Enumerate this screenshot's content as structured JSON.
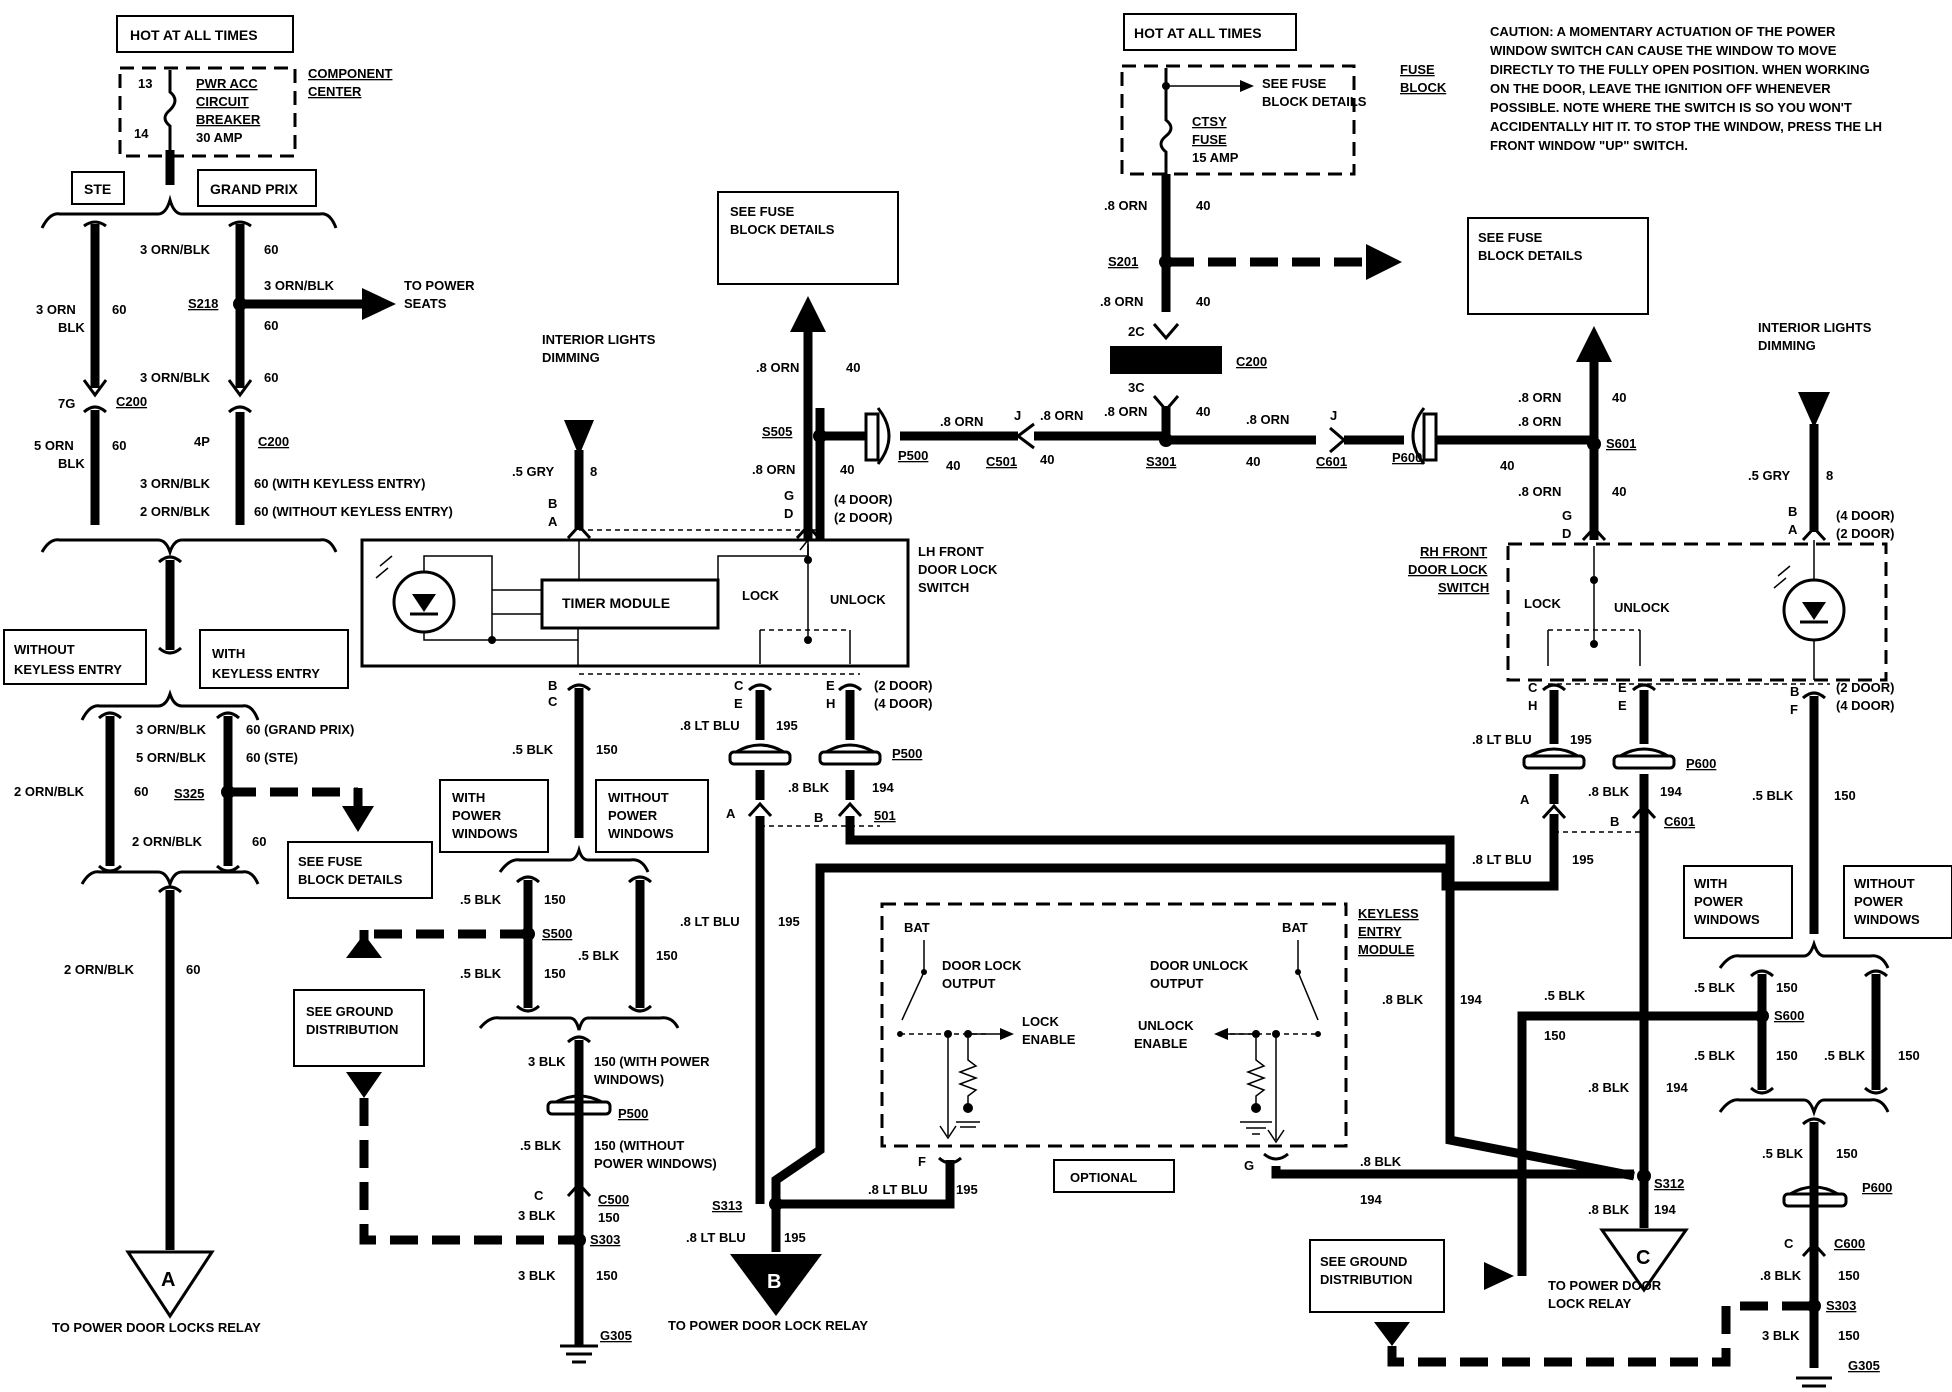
{
  "hot_left": "HOT AT ALL TIMES",
  "hot_center": "HOT AT ALL TIMES",
  "caution": [
    "CAUTION: A MOMENTARY ACTUATION OF THE POWER",
    "WINDOW SWITCH CAN CAUSE THE WINDOW TO MOVE",
    "DIRECTLY TO THE FULLY OPEN POSITION. WHEN WORKING",
    "ON THE DOOR, LEAVE THE IGNITION OFF WHENEVER",
    "POSSIBLE. NOTE WHERE THE SWITCH IS SO YOU WON'T",
    "ACCIDENTALLY HIT IT. TO STOP THE WINDOW, PRESS THE LH",
    "FRONT WINDOW \"UP\" SWITCH."
  ],
  "breaker": {
    "l1": "PWR ACC",
    "l2": "CIRCUIT",
    "l3": "BREAKER",
    "l4": "30 AMP",
    "p13": "13",
    "p14": "14"
  },
  "component_center": [
    "COMPONENT",
    "CENTER"
  ],
  "fuse_block": [
    "FUSE",
    "BLOCK"
  ],
  "ctsy_fuse": {
    "l1": "CTSY",
    "l2": "FUSE",
    "l3": "15 AMP",
    "see": [
      "SEE FUSE",
      "BLOCK DETAILS"
    ]
  },
  "ste": "STE",
  "grand_prix": "GRAND PRIX",
  "see_fuse_1": [
    "SEE FUSE",
    "BLOCK DETAILS"
  ],
  "see_fuse_2": [
    "SEE FUSE",
    "BLOCK DETAILS"
  ],
  "see_fuse_3": [
    "SEE FUSE",
    "BLOCK DETAILS"
  ],
  "see_ground_1": [
    "SEE GROUND",
    "DISTRIBUTION"
  ],
  "see_ground_2": [
    "SEE GROUND",
    "DISTRIBUTION"
  ],
  "interior_left": [
    "INTERIOR LIGHTS",
    "DIMMING"
  ],
  "interior_right": [
    "INTERIOR LIGHTS",
    "DIMMING"
  ],
  "timer_module": "TIMER MODULE",
  "lh_switch": [
    "LH FRONT",
    "DOOR LOCK",
    "SWITCH"
  ],
  "rh_switch": [
    "RH FRONT",
    "DOOR LOCK",
    "SWITCH"
  ],
  "lock": "LOCK",
  "unlock": "UNLOCK",
  "to_power_seats": [
    "TO POWER",
    "SEATS"
  ],
  "without_keyless": [
    "WITHOUT",
    "KEYLESS ENTRY"
  ],
  "with_keyless": [
    "WITH",
    "KEYLESS ENTRY"
  ],
  "with_pw_l": [
    "WITH",
    "POWER",
    "WINDOWS"
  ],
  "without_pw_l": [
    "WITHOUT",
    "POWER",
    "WINDOWS"
  ],
  "with_pw_r": [
    "WITH",
    "POWER",
    "WINDOWS"
  ],
  "without_pw_r": [
    "WITHOUT",
    "POWER",
    "WINDOWS"
  ],
  "keyless_module": [
    "KEYLESS",
    "ENTRY",
    "MODULE"
  ],
  "optional": "OPTIONAL",
  "bat": "BAT",
  "door_lock_output": [
    "DOOR LOCK",
    "OUTPUT"
  ],
  "door_unlock_output": [
    "DOOR UNLOCK",
    "OUTPUT"
  ],
  "lock_enable": [
    "LOCK",
    "ENABLE"
  ],
  "unlock_enable": [
    "UNLOCK",
    "ENABLE"
  ],
  "to_relay_a": "TO POWER DOOR LOCKS RELAY",
  "to_relay_b": "TO POWER DOOR LOCK RELAY",
  "to_relay_c": [
    "TO POWER DOOR",
    "LOCK RELAY"
  ],
  "term_a": "A",
  "term_b": "B",
  "term_c": "C",
  "labels": {
    "c200a": "C200",
    "c200b": "C200",
    "c200c": "C200",
    "s218": "S218",
    "s325": "S325",
    "s500": "S500",
    "s303a": "S303",
    "s303b": "S303",
    "g305a": "G305",
    "g305b": "G305",
    "c500": "C500",
    "c600": "C600",
    "p500a": "P500",
    "p500b": "P500",
    "p500c": "P500",
    "p600a": "P600",
    "p600b": "P600",
    "p600c": "P600",
    "s505": "S505",
    "c501": "C501",
    "s301": "S301",
    "c601": "C601",
    "s601": "S601",
    "s201": "S201",
    "s501": "501",
    "c601b": "C601",
    "s313": "S313",
    "s312": "S312",
    "s600": "S600"
  },
  "w": {
    "orn_blk_3": "3 ORN/BLK",
    "orn_blk_5": "5 ORN/BLK",
    "orn_blk_2": "2 ORN/BLK",
    "c60": "60",
    "orn3_blk": [
      "3 ORN",
      "BLK"
    ],
    "orn5_blk": [
      "5 ORN",
      "BLK"
    ],
    "j7g": "7G",
    "p4": "4P",
    "with_keyless_60": "60 (WITH KEYLESS ENTRY)",
    "without_keyless_60": "60 (WITHOUT KEYLESS ENTRY)",
    "grand_prix_60": "60 (GRAND PRIX)",
    "ste_60": "60 (STE)",
    "gry5": ".5 GRY",
    "c8": "8",
    "blk5": ".5 BLK",
    "c150": "150",
    "blk3": "3 BLK",
    "c150_with": [
      "150 (WITH POWER",
      "WINDOWS)"
    ],
    "c150_without": [
      "150 (WITHOUT",
      "POWER WINDOWS)"
    ],
    "ltblu8": ".8 LT BLU",
    "c195": "195",
    "blk8": ".8 BLK",
    "c194": "194",
    "orn8": ".8 ORN",
    "c40": "40",
    "doors4": "(4 DOOR)",
    "doors2": "(2 DOOR)",
    "pinA": "A",
    "pinB": "B",
    "pinC": "C",
    "pinD": "D",
    "pinE": "E",
    "pinF": "F",
    "pinG": "G",
    "pinH": "H",
    "pinJ": "J",
    "pin2c": "2C",
    "pin3c": "3C"
  }
}
